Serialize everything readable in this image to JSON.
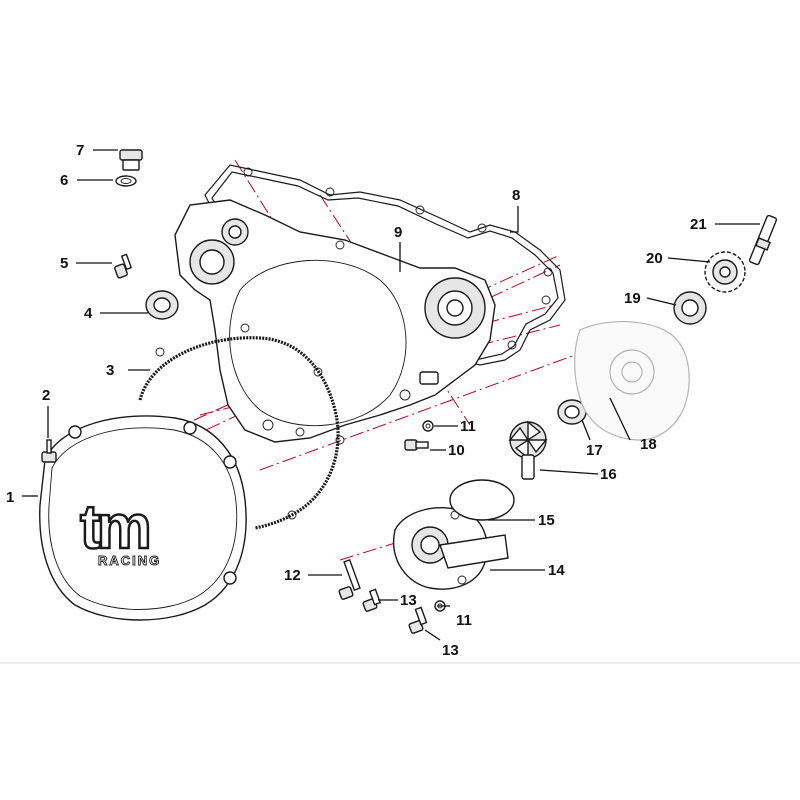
{
  "callouts": [
    {
      "id": "c1",
      "label": "1"
    },
    {
      "id": "c2",
      "label": "2"
    },
    {
      "id": "c3",
      "label": "3"
    },
    {
      "id": "c4",
      "label": "4"
    },
    {
      "id": "c5",
      "label": "5"
    },
    {
      "id": "c6",
      "label": "6"
    },
    {
      "id": "c7",
      "label": "7"
    },
    {
      "id": "c8",
      "label": "8"
    },
    {
      "id": "c9",
      "label": "9"
    },
    {
      "id": "c10",
      "label": "10"
    },
    {
      "id": "c11a",
      "label": "11"
    },
    {
      "id": "c11b",
      "label": "11"
    },
    {
      "id": "c12",
      "label": "12"
    },
    {
      "id": "c13a",
      "label": "13"
    },
    {
      "id": "c13b",
      "label": "13"
    },
    {
      "id": "c14",
      "label": "14"
    },
    {
      "id": "c15",
      "label": "15"
    },
    {
      "id": "c16",
      "label": "16"
    },
    {
      "id": "c17",
      "label": "17"
    },
    {
      "id": "c18",
      "label": "18"
    },
    {
      "id": "c19",
      "label": "19"
    },
    {
      "id": "c20",
      "label": "20"
    },
    {
      "id": "c21",
      "label": "21"
    }
  ],
  "logo": {
    "brand": "tm",
    "sub": "RACING"
  },
  "colors": {
    "axis": "#c0001a",
    "ink": "#1a1a1a",
    "background": "#ffffff"
  }
}
